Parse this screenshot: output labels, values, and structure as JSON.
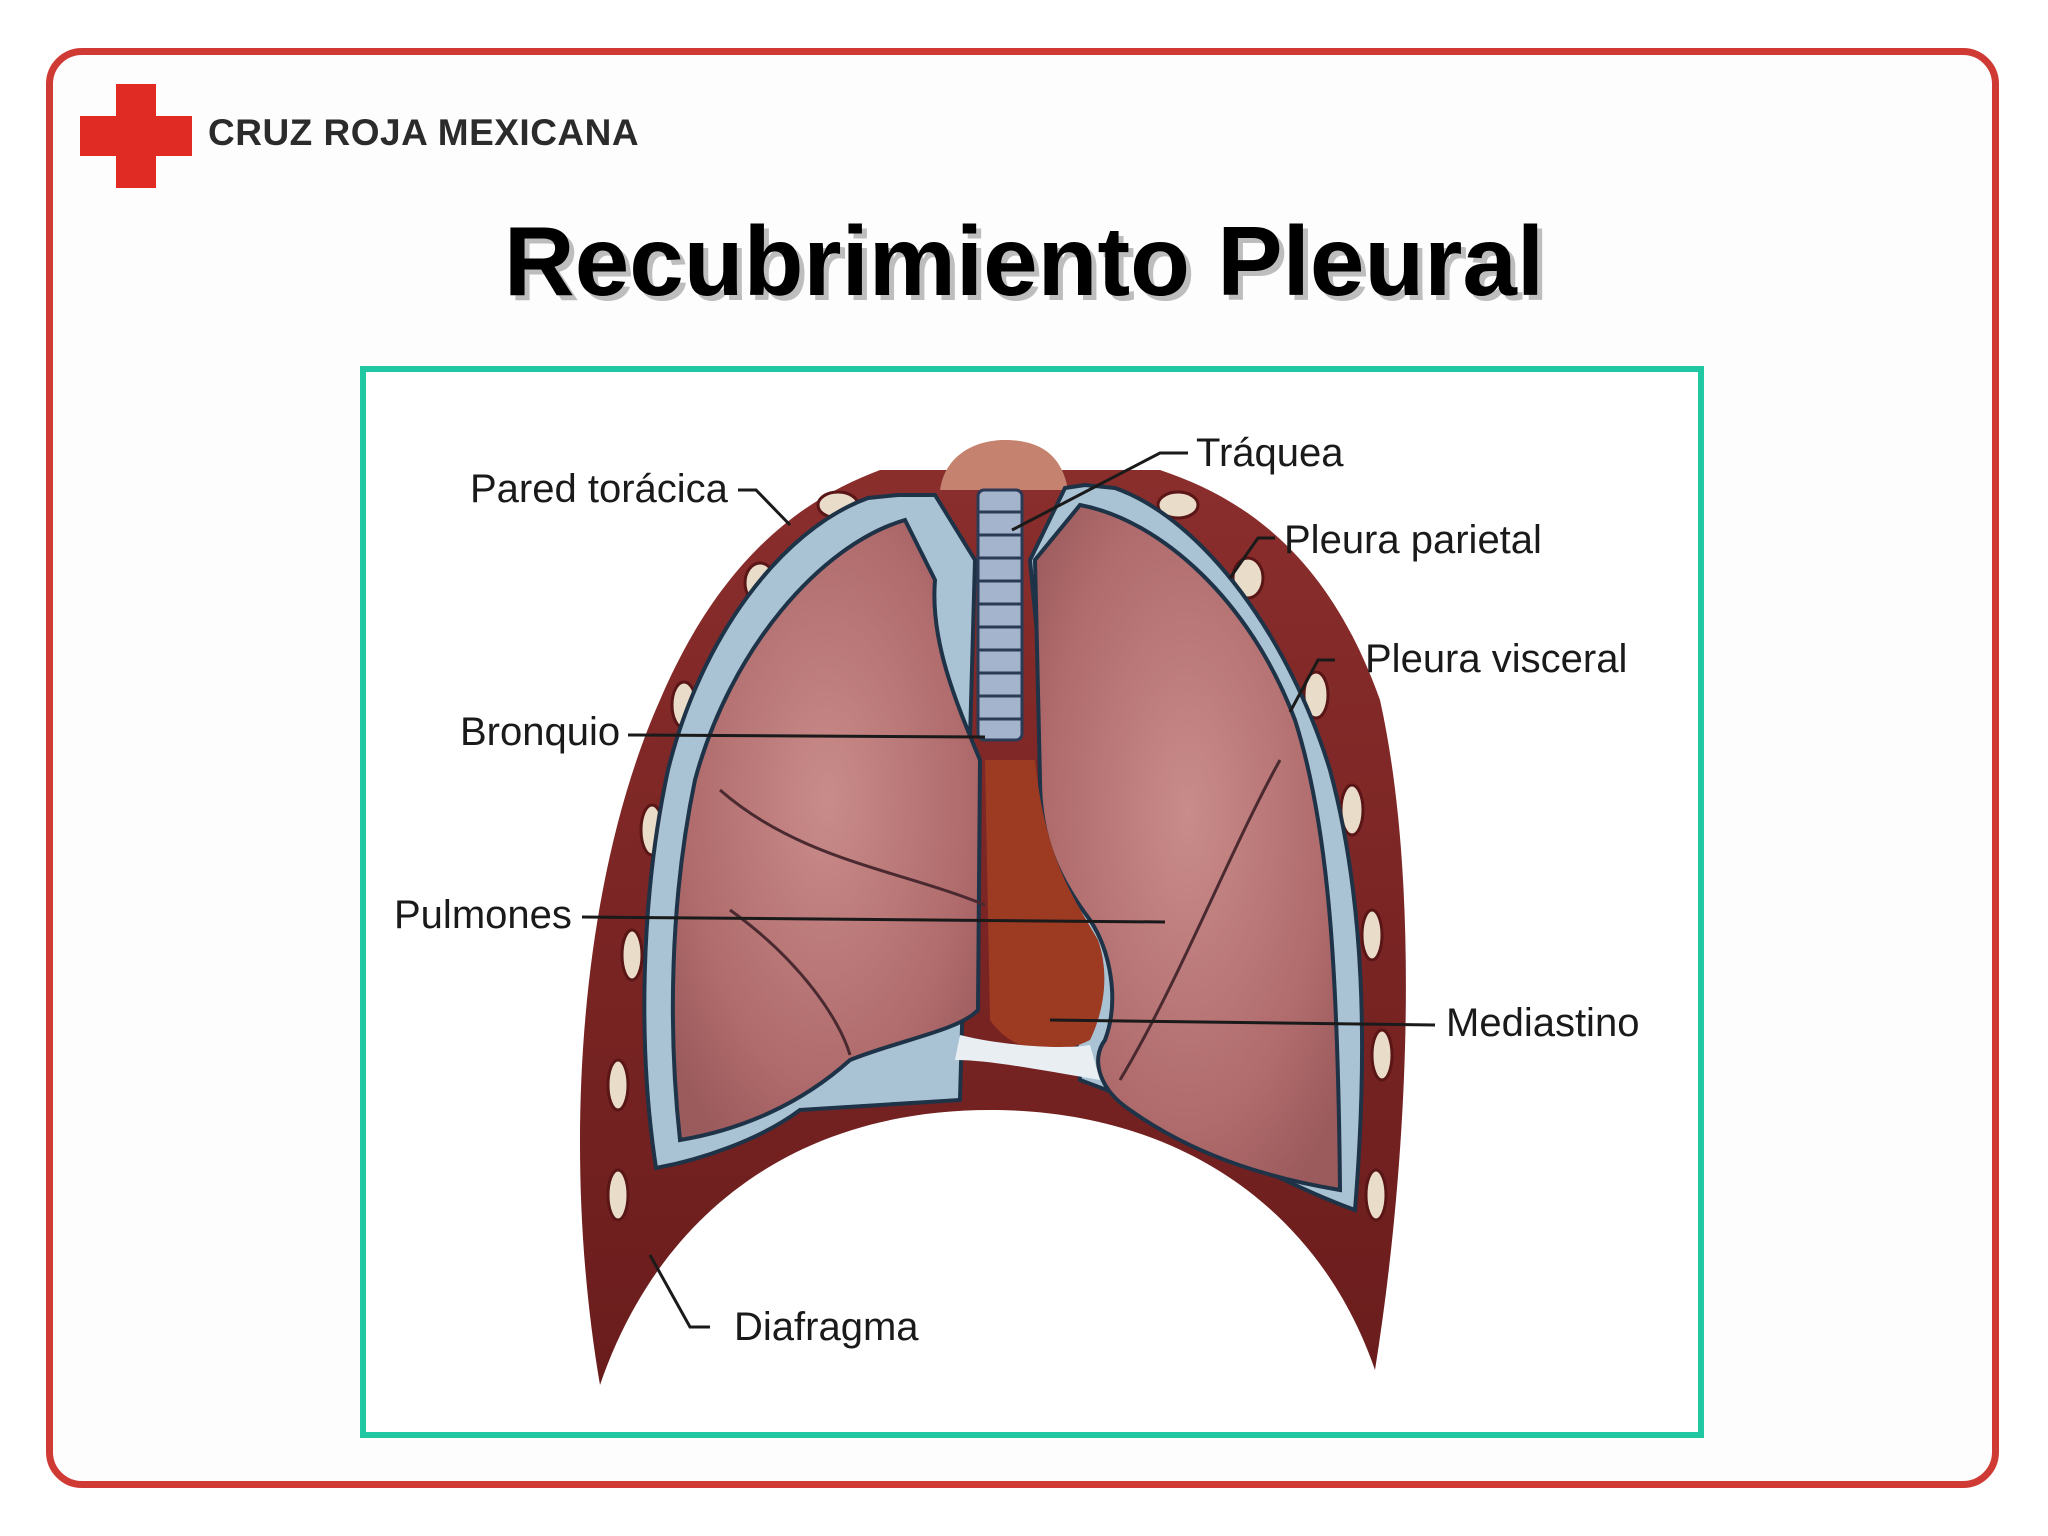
{
  "header": {
    "org_name": "CRUZ ROJA MEXICANA",
    "logo_icon": "red-cross-icon",
    "logo_color": "#e02a24"
  },
  "title": "Recubrimiento Pleural",
  "colors": {
    "frame_border": "#cf3a35",
    "figure_border": "#1fc8a0",
    "lung": "#b87474",
    "chest_wall": "#7d2424",
    "pleura": "#9ab4c8"
  },
  "diagram": {
    "labels": {
      "pared_toracica": "Pared torácica",
      "traquea": "Tráquea",
      "pleura_parietal": "Pleura parietal",
      "pleura_visceral": "Pleura visceral",
      "bronquio": "Bronquio",
      "pulmones": "Pulmones",
      "mediastino": "Mediastino",
      "diafragma": "Diafragma"
    }
  }
}
